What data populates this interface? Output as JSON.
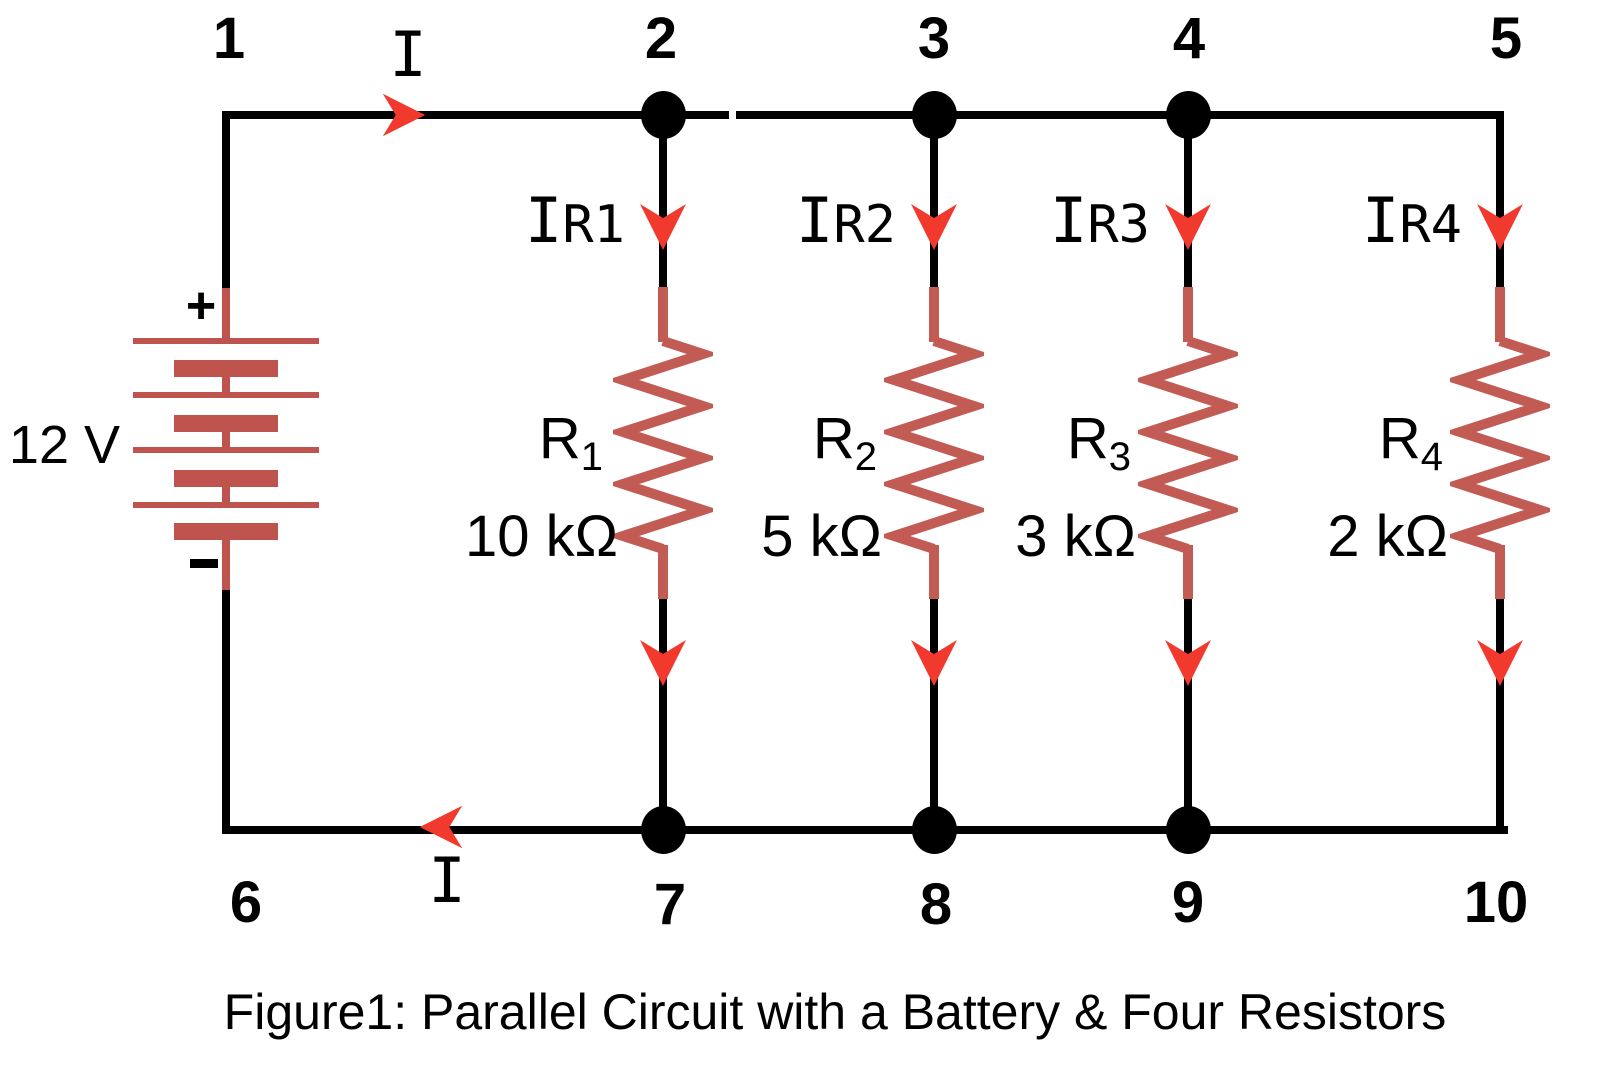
{
  "caption": "Figure1: Parallel Circuit with a Battery & Four Resistors",
  "battery": {
    "voltage_label": "12 V",
    "positive_terminal": "+",
    "negative_terminal": "-"
  },
  "main_current": {
    "top_label": "I",
    "bottom_label": "I"
  },
  "nodes": {
    "top": [
      "1",
      "2",
      "3",
      "4",
      "5"
    ],
    "bottom": [
      "6",
      "7",
      "8",
      "9",
      "10"
    ]
  },
  "resistors": [
    {
      "name": "R",
      "subscript": "1",
      "value": "10 kΩ",
      "current_main": "I",
      "current_sub": "R1"
    },
    {
      "name": "R",
      "subscript": "2",
      "value": "5 kΩ",
      "current_main": "I",
      "current_sub": "R2"
    },
    {
      "name": "R",
      "subscript": "3",
      "value": "3 kΩ",
      "current_main": "I",
      "current_sub": "R3"
    },
    {
      "name": "R",
      "subscript": "4",
      "value": "2 kΩ",
      "current_main": "I",
      "current_sub": "R4"
    }
  ],
  "colors": {
    "wire_black": "#000000",
    "arrow_red": "#f2392e",
    "battery_red": "#bf544e",
    "resistor_red": "#c15b54"
  }
}
